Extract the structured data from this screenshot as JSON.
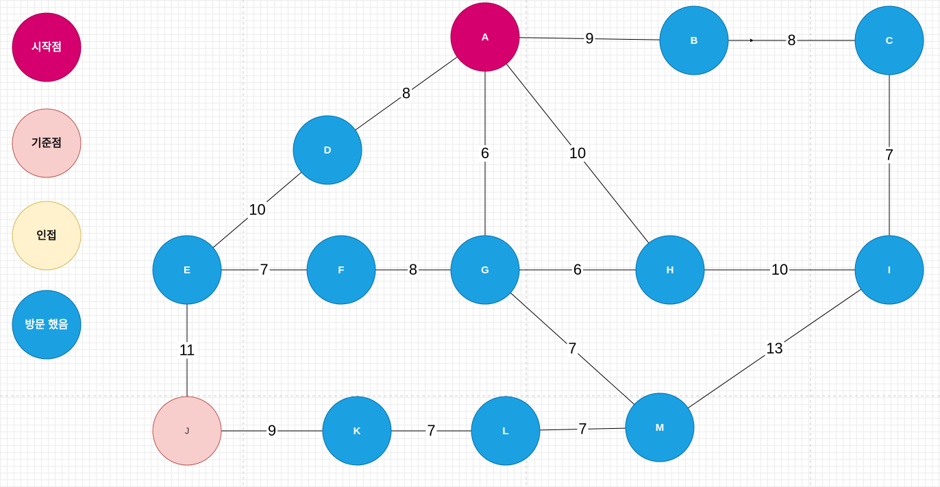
{
  "colors": {
    "start": {
      "fill": "#d5006d",
      "stroke": "#a50050"
    },
    "pivot": {
      "fill": "#f8cecc",
      "stroke": "#b85450"
    },
    "adjacent": {
      "fill": "#fff2cc",
      "stroke": "#d6b656"
    },
    "visited": {
      "fill": "#1ba1e2",
      "stroke": "#006eaf"
    }
  },
  "legend": [
    {
      "id": "start",
      "label": "시작점",
      "state": "start"
    },
    {
      "id": "pivot",
      "label": "기준점",
      "state": "pivot"
    },
    {
      "id": "adjacent",
      "label": "인접",
      "state": "adjacent"
    },
    {
      "id": "visited",
      "label": "방문 했음",
      "state": "visited"
    }
  ],
  "nodes": [
    {
      "id": "A",
      "label": "A",
      "state": "start"
    },
    {
      "id": "B",
      "label": "B",
      "state": "visited"
    },
    {
      "id": "C",
      "label": "C",
      "state": "visited"
    },
    {
      "id": "D",
      "label": "D",
      "state": "visited"
    },
    {
      "id": "E",
      "label": "E",
      "state": "visited"
    },
    {
      "id": "F",
      "label": "F",
      "state": "visited"
    },
    {
      "id": "G",
      "label": "G",
      "state": "visited"
    },
    {
      "id": "H",
      "label": "H",
      "state": "visited"
    },
    {
      "id": "I",
      "label": "I",
      "state": "visited"
    },
    {
      "id": "J",
      "label": "J",
      "state": "pivot"
    },
    {
      "id": "K",
      "label": "K",
      "state": "visited"
    },
    {
      "id": "L",
      "label": "L",
      "state": "visited"
    },
    {
      "id": "M",
      "label": "M",
      "state": "visited"
    }
  ],
  "edges": [
    {
      "from": "A",
      "to": "B",
      "weight": "9"
    },
    {
      "from": "B",
      "to": "C",
      "weight": "8"
    },
    {
      "from": "A",
      "to": "D",
      "weight": "8"
    },
    {
      "from": "A",
      "to": "G",
      "weight": "6"
    },
    {
      "from": "A",
      "to": "H",
      "weight": "10"
    },
    {
      "from": "C",
      "to": "I",
      "weight": "7"
    },
    {
      "from": "D",
      "to": "E",
      "weight": "10"
    },
    {
      "from": "E",
      "to": "F",
      "weight": "7"
    },
    {
      "from": "F",
      "to": "G",
      "weight": "8"
    },
    {
      "from": "G",
      "to": "H",
      "weight": "6"
    },
    {
      "from": "H",
      "to": "I",
      "weight": "10"
    },
    {
      "from": "E",
      "to": "J",
      "weight": "11"
    },
    {
      "from": "G",
      "to": "M",
      "weight": "7"
    },
    {
      "from": "I",
      "to": "M",
      "weight": "13"
    },
    {
      "from": "J",
      "to": "K",
      "weight": "9"
    },
    {
      "from": "K",
      "to": "L",
      "weight": "7"
    },
    {
      "from": "L",
      "to": "M",
      "weight": "7"
    }
  ]
}
